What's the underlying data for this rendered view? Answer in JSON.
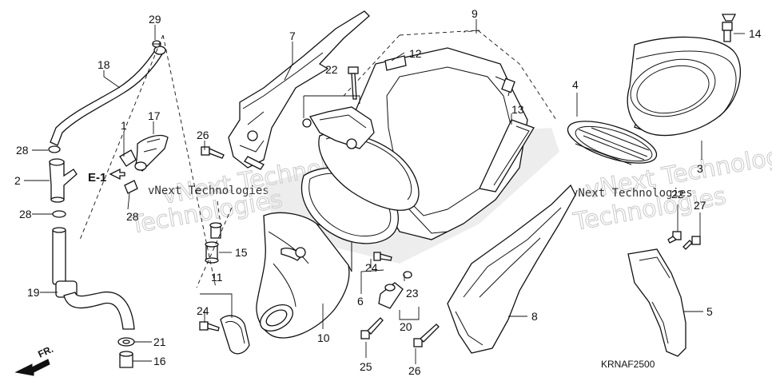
{
  "callouts": [
    "1",
    "2",
    "3",
    "4",
    "5",
    "6",
    "7",
    "8",
    "9",
    "10",
    "11",
    "12",
    "13",
    "14",
    "15",
    "16",
    "17",
    "18",
    "19",
    "20",
    "21",
    "22",
    "23",
    "24",
    "25",
    "26",
    "27",
    "28",
    "29"
  ],
  "labels": {
    "p29": "29",
    "p18": "18",
    "p1": "1",
    "p17": "17",
    "p28a": "28",
    "p2": "2",
    "p28b": "28",
    "p28c": "28",
    "p19": "19",
    "p21": "21",
    "p16": "16",
    "p7": "7",
    "p22": "22",
    "p12": "12",
    "p9": "9",
    "p13": "13",
    "p26a": "26",
    "p15": "15",
    "p11": "11",
    "p24a": "24",
    "p10": "10",
    "p24b": "24",
    "p6": "6",
    "p23": "23",
    "p20": "20",
    "p25": "25",
    "p26b": "26",
    "p8": "8",
    "p4": "4",
    "p14": "14",
    "p3": "3",
    "p22b": "22",
    "p27": "27",
    "p5": "5"
  },
  "section_ref": "E-1",
  "direction_label": "FR.",
  "diagram_code": "KRNAF2500",
  "watermark": {
    "line1": "vNext Technologies",
    "line2": "Technologies"
  }
}
